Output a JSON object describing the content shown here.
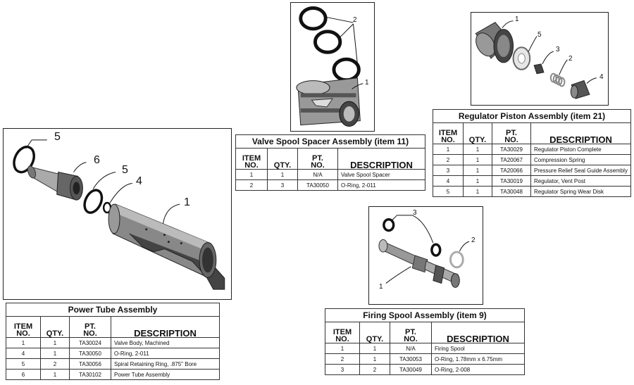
{
  "header_labels": {
    "item_top": "ITEM",
    "item_bottom": "NO.",
    "qty": "QTY.",
    "pt_top": "PT.",
    "pt_bottom": "NO.",
    "description": "DESCRIPTION"
  },
  "power_tube": {
    "title": "Power Tube Assembly",
    "callouts": [
      "5",
      "6",
      "5",
      "4",
      "1"
    ],
    "rows": [
      {
        "item": "1",
        "qty": "1",
        "pt": "TA30024",
        "desc": "Valve Body, Machined"
      },
      {
        "item": "4",
        "qty": "1",
        "pt": "TA30050",
        "desc": "O-Ring, 2-011"
      },
      {
        "item": "5",
        "qty": "2",
        "pt": "TA30056",
        "desc": "Spiral Retaining Ring, .875\" Bore"
      },
      {
        "item": "6",
        "qty": "1",
        "pt": "TA30102",
        "desc": "Power Tube Assembly"
      }
    ]
  },
  "valve_spool": {
    "title": "Valve Spool Spacer Assembly (item 11)",
    "callouts": [
      "2",
      "1"
    ],
    "rows": [
      {
        "item": "1",
        "qty": "1",
        "pt": "N/A",
        "desc": "Valve Spool Spacer"
      },
      {
        "item": "2",
        "qty": "3",
        "pt": "TA30050",
        "desc": "O-Ring, 2-011"
      }
    ]
  },
  "regulator_piston": {
    "title": "Regulator Piston Assembly (item 21)",
    "callouts": [
      "1",
      "5",
      "3",
      "2",
      "4"
    ],
    "rows": [
      {
        "item": "1",
        "qty": "1",
        "pt": "TA30029",
        "desc": "Regulator Piston Complete"
      },
      {
        "item": "2",
        "qty": "1",
        "pt": "TA20067",
        "desc": "Compression Spring"
      },
      {
        "item": "3",
        "qty": "1",
        "pt": "TA20066",
        "desc": "Pressure Relief Seal Guide Assembly"
      },
      {
        "item": "4",
        "qty": "1",
        "pt": "TA30019",
        "desc": "Regulator, Vent Post"
      },
      {
        "item": "5",
        "qty": "1",
        "pt": "TA30048",
        "desc": "Regulator Spring Wear Disk"
      }
    ]
  },
  "firing_spool": {
    "title": "Firing Spool Assembly (item 9)",
    "callouts": [
      "3",
      "2",
      "1"
    ],
    "rows": [
      {
        "item": "1",
        "qty": "1",
        "pt": "N/A",
        "desc": "Firing Spool"
      },
      {
        "item": "2",
        "qty": "1",
        "pt": "TA30053",
        "desc": "O-Ring, 1.78mm x 6.75mm"
      },
      {
        "item": "3",
        "qty": "2",
        "pt": "TA30049",
        "desc": "O-Ring, 2-008"
      }
    ]
  }
}
